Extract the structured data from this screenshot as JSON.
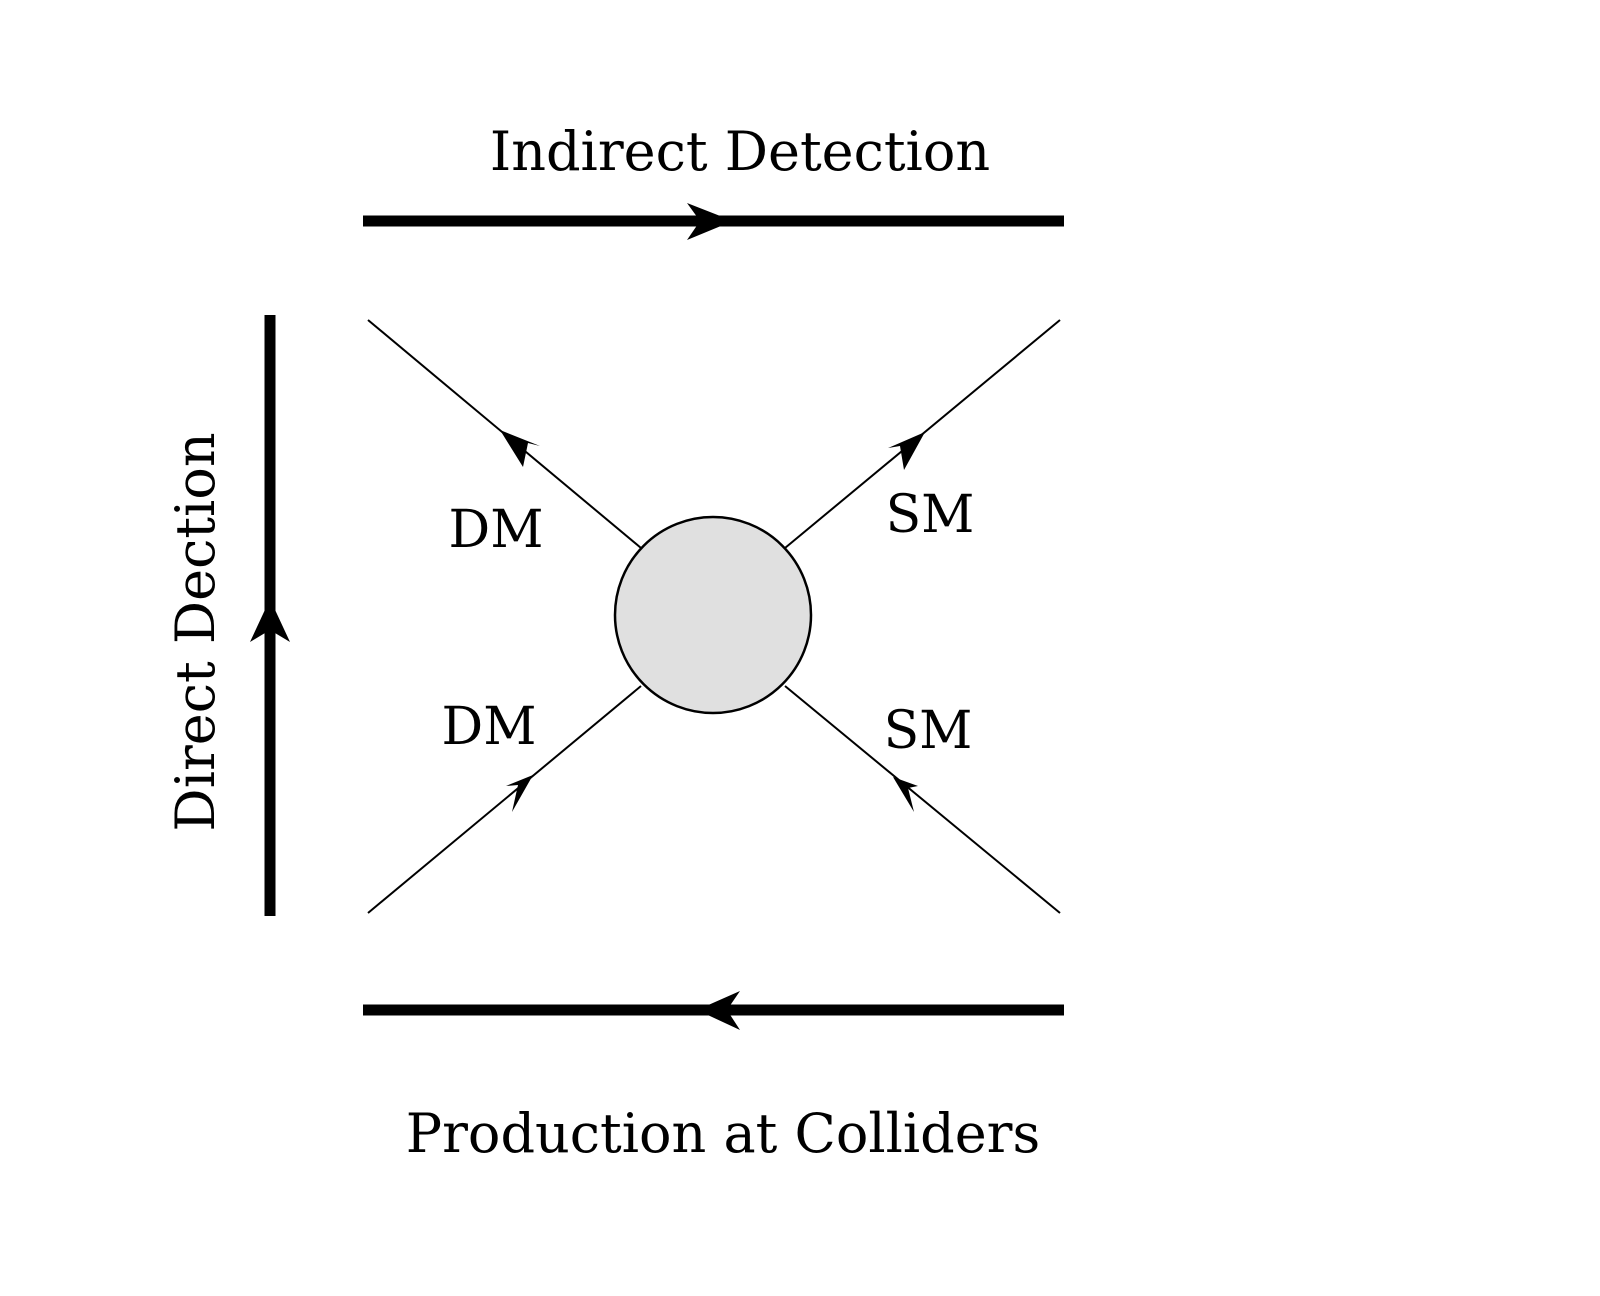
{
  "labels": {
    "indirect_detection": "Indirect Detection",
    "direct_detection": "Direct Dection",
    "production": "Production at Colliders",
    "dm_top": "DM",
    "dm_bottom": "DM",
    "sm_top": "SM",
    "sm_bottom": "SM"
  },
  "colors": {
    "stroke": "#000000",
    "vertex_fill": "#e0e0e0",
    "background": "#ffffff"
  },
  "arrows": {
    "indirect_detection": "right",
    "direct_detection": "up",
    "production": "left"
  }
}
